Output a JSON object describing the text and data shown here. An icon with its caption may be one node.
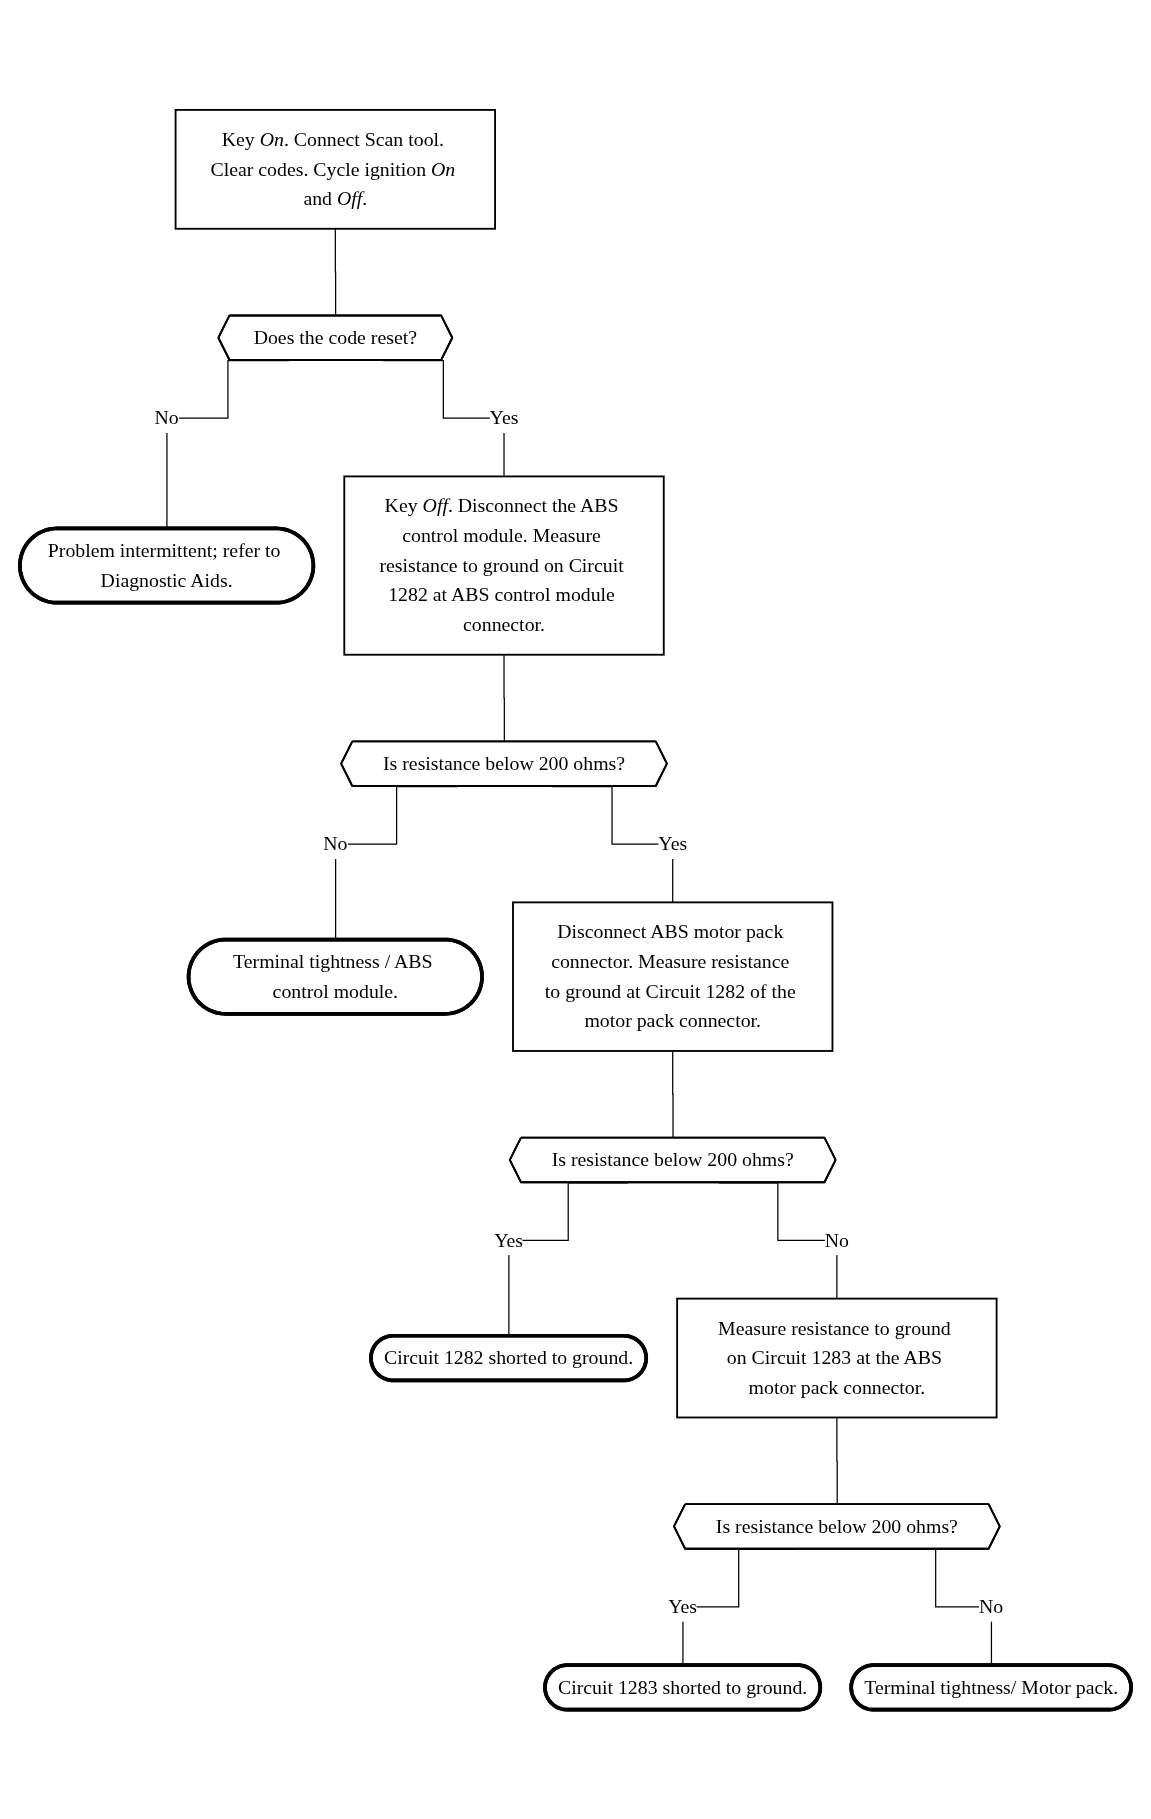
{
  "diagram": {
    "nodes": [
      {
        "text": [
          "Key *On*. Connect Scan tool. Clear codes. Cycle ignition *On* and *Off*."
        ]
      },
      {
        "text": [
          "Does the code reset?"
        ]
      },
      {
        "text": [
          "Problem intermittent; refer to Diagnostic Aids."
        ]
      },
      {
        "text": [
          "Key *Off*. Disconnect the ABS control module. Measure resistance to ground on Circuit 1282 at ABS control module connector."
        ]
      },
      {
        "text": [
          "Is resistance below 200 ohms?"
        ]
      },
      {
        "text": [
          "Terminal tightness / ABS control module."
        ]
      },
      {
        "text": [
          "Disconnect ABS motor pack connector. Measure resistance to ground at Circuit 1282 of the motor pack connector."
        ]
      },
      {
        "text": [
          "Is resistance below 200 ohms?"
        ]
      },
      {
        "text": [
          "Circuit 1282 shorted to ground."
        ]
      },
      {
        "text": [
          "Measure resistance to ground on Circuit 1283 at the ABS motor pack connector."
        ]
      },
      {
        "text": [
          "Is resistance below 200 ohms?"
        ]
      },
      {
        "text": [
          "Circuit 1283 shorted to ground."
        ]
      },
      {
        "text": [
          "Terminal tightness/ Motor pack."
        ]
      }
    ],
    "edges": [
      {
        "from": 0,
        "to": 1,
        "arrow": "none"
      },
      {
        "from": 1,
        "to": 2,
        "arrow": "none",
        "label": "No"
      },
      {
        "from": 1,
        "to": 3,
        "arrow": "none",
        "label": "Yes"
      },
      {
        "from": 3,
        "to": 4,
        "arrow": "none"
      },
      {
        "from": 4,
        "to": 5,
        "arrow": "none",
        "label": "No"
      },
      {
        "from": 4,
        "to": 6,
        "arrow": "none",
        "label": "Yes"
      },
      {
        "from": 6,
        "to": 7,
        "arrow": "none"
      },
      {
        "from": 7,
        "to": 8,
        "arrow": "none",
        "label": "Yes"
      },
      {
        "from": 7,
        "to": 9,
        "arrow": "none",
        "label": "No"
      },
      {
        "from": 9,
        "to": 10,
        "arrow": "none"
      },
      {
        "from": 10,
        "to": 11,
        "arrow": "none",
        "label": "Yes"
      },
      {
        "from": 10,
        "to": 12,
        "arrow": "none",
        "label": "No"
      }
    ]
  }
}
